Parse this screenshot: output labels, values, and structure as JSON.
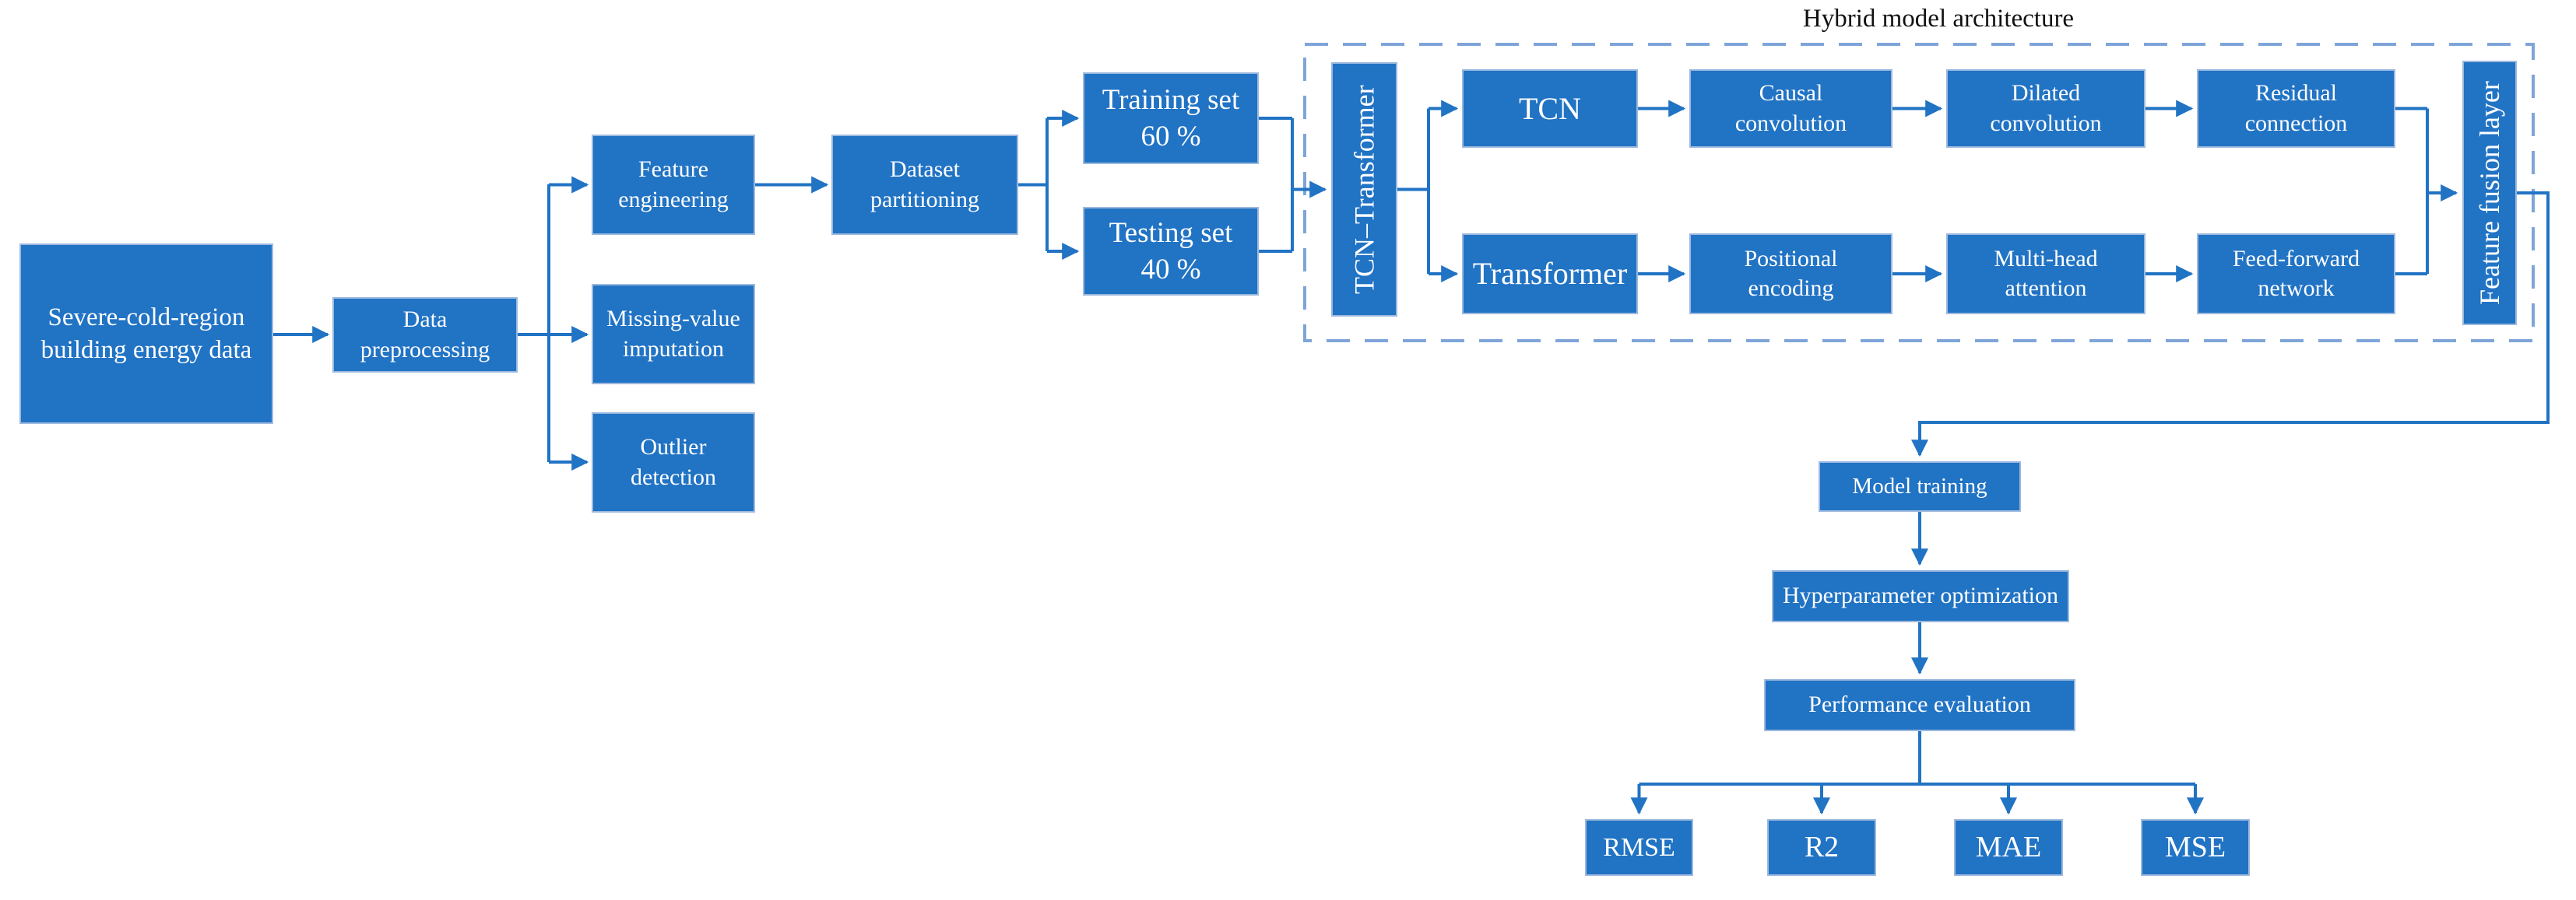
{
  "header": {
    "title": "Hybrid model architecture"
  },
  "colors": {
    "box_fill": "#2173c4",
    "box_border": "#9db9de",
    "connector": "#2173c4",
    "dashed_border": "#7fa5d8",
    "box_text": "#ffffff",
    "title_text": "#111111",
    "background": "#ffffff"
  },
  "nodes": {
    "source": {
      "label": "Severe-cold-region\nbuilding energy data"
    },
    "preprocessing": {
      "label": "Data\npreprocessing"
    },
    "feature_engineering": {
      "label": "Feature\nengineering"
    },
    "missing_value": {
      "label": "Missing-value\nimputation"
    },
    "outlier_detection": {
      "label": "Outlier\ndetection"
    },
    "dataset_partitioning": {
      "label": "Dataset\npartitioning"
    },
    "training_set": {
      "label": "Training set\n60 %"
    },
    "testing_set": {
      "label": "Testing set\n40 %"
    },
    "tcn_transformer": {
      "label": "TCN–Transformer"
    },
    "tcn": {
      "label": "TCN"
    },
    "causal_convolution": {
      "label": "Causal\nconvolution"
    },
    "dilated_convolution": {
      "label": "Dilated\nconvolution"
    },
    "residual_connection": {
      "label": "Residual\nconnection"
    },
    "transformer": {
      "label": "Transformer"
    },
    "positional_encoding": {
      "label": "Positional\nencoding"
    },
    "multi_head_attention": {
      "label": "Multi-head\nattention"
    },
    "feed_forward_network": {
      "label": "Feed-forward\nnetwork"
    },
    "feature_fusion": {
      "label": "Feature fusion layer"
    },
    "model_training": {
      "label": "Model training"
    },
    "hyperparameter_optimization": {
      "label": "Hyperparameter optimization"
    },
    "performance_evaluation": {
      "label": "Performance evaluation"
    },
    "metric_rmse": {
      "label": "RMSE"
    },
    "metric_r2": {
      "label": "R2"
    },
    "metric_mae": {
      "label": "MAE"
    },
    "metric_mse": {
      "label": "MSE"
    }
  }
}
